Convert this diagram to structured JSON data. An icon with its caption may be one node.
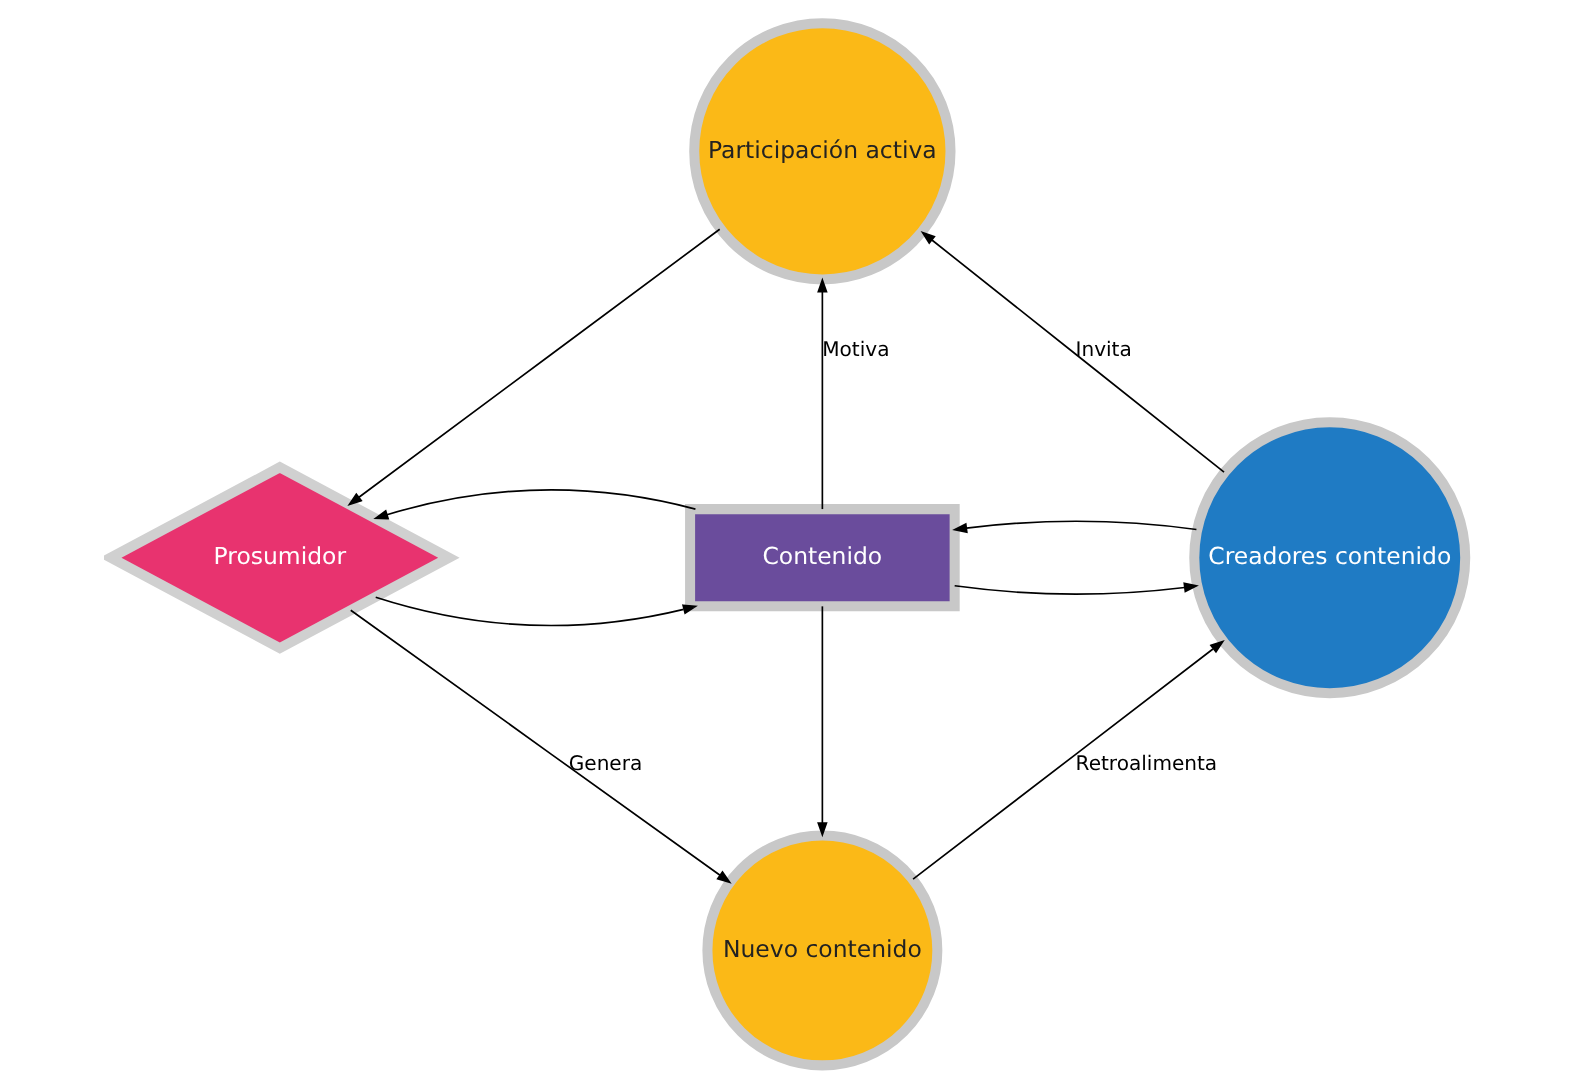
{
  "diagram": {
    "nodes": [
      {
        "text": [
          "Participación activa"
        ]
      },
      {
        "text": [
          "Prosumidor"
        ]
      },
      {
        "text": [
          "Contenido"
        ]
      },
      {
        "text": [
          "Creadores contenido"
        ]
      },
      {
        "text": [
          "Nuevo contenido"
        ]
      }
    ],
    "edges": [
      {
        "from": 0,
        "to": 1,
        "arrow": "to"
      },
      {
        "from": 3,
        "to": 0,
        "arrow": "to",
        "label": "Invita"
      },
      {
        "from": 2,
        "to": 0,
        "arrow": "to",
        "label": "Motiva"
      },
      {
        "from": 1,
        "to": 2,
        "arrow": "to"
      },
      {
        "from": 2,
        "to": 1,
        "arrow": "to"
      },
      {
        "from": 2,
        "to": 3,
        "arrow": "to"
      },
      {
        "from": 3,
        "to": 2,
        "arrow": "to"
      },
      {
        "from": 2,
        "to": 4,
        "arrow": "to"
      },
      {
        "from": 1,
        "to": 4,
        "arrow": "to",
        "label": "Genera"
      },
      {
        "from": 4,
        "to": 3,
        "arrow": "to",
        "label": "Retroalimenta"
      }
    ]
  }
}
